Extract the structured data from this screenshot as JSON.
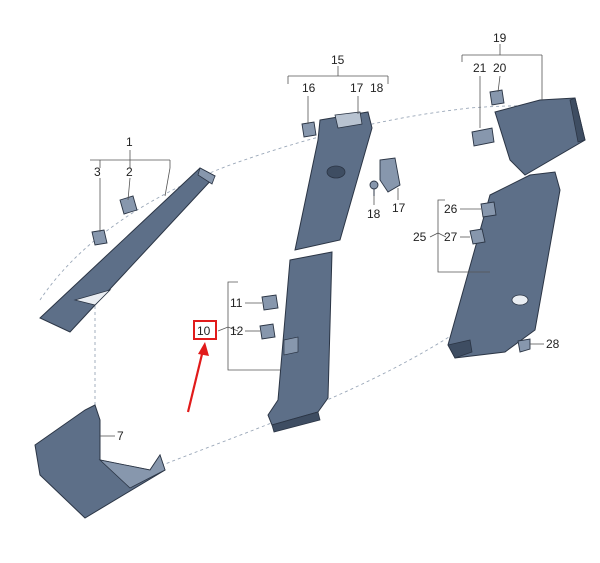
{
  "colors": {
    "part_fill": "#5d6f88",
    "part_fill_light": "#8797ad",
    "part_fill_dark": "#3e4d62",
    "part_stroke": "#2b3545",
    "highlight_box": "#e11b1b",
    "arrow": "#e11b1b",
    "label": "#222222"
  },
  "callouts": {
    "c1": "1",
    "c2": "2",
    "c3": "3",
    "c7": "7",
    "c10": "10",
    "c11": "11",
    "c12": "12",
    "c15": "15",
    "c16": "16",
    "c17a": "17",
    "c18a": "18",
    "c17b": "17",
    "c18b": "18",
    "c19": "19",
    "c20": "20",
    "c21": "21",
    "c25": "25",
    "c26": "26",
    "c27": "27",
    "c28": "28"
  },
  "highlighted_callout": "10"
}
